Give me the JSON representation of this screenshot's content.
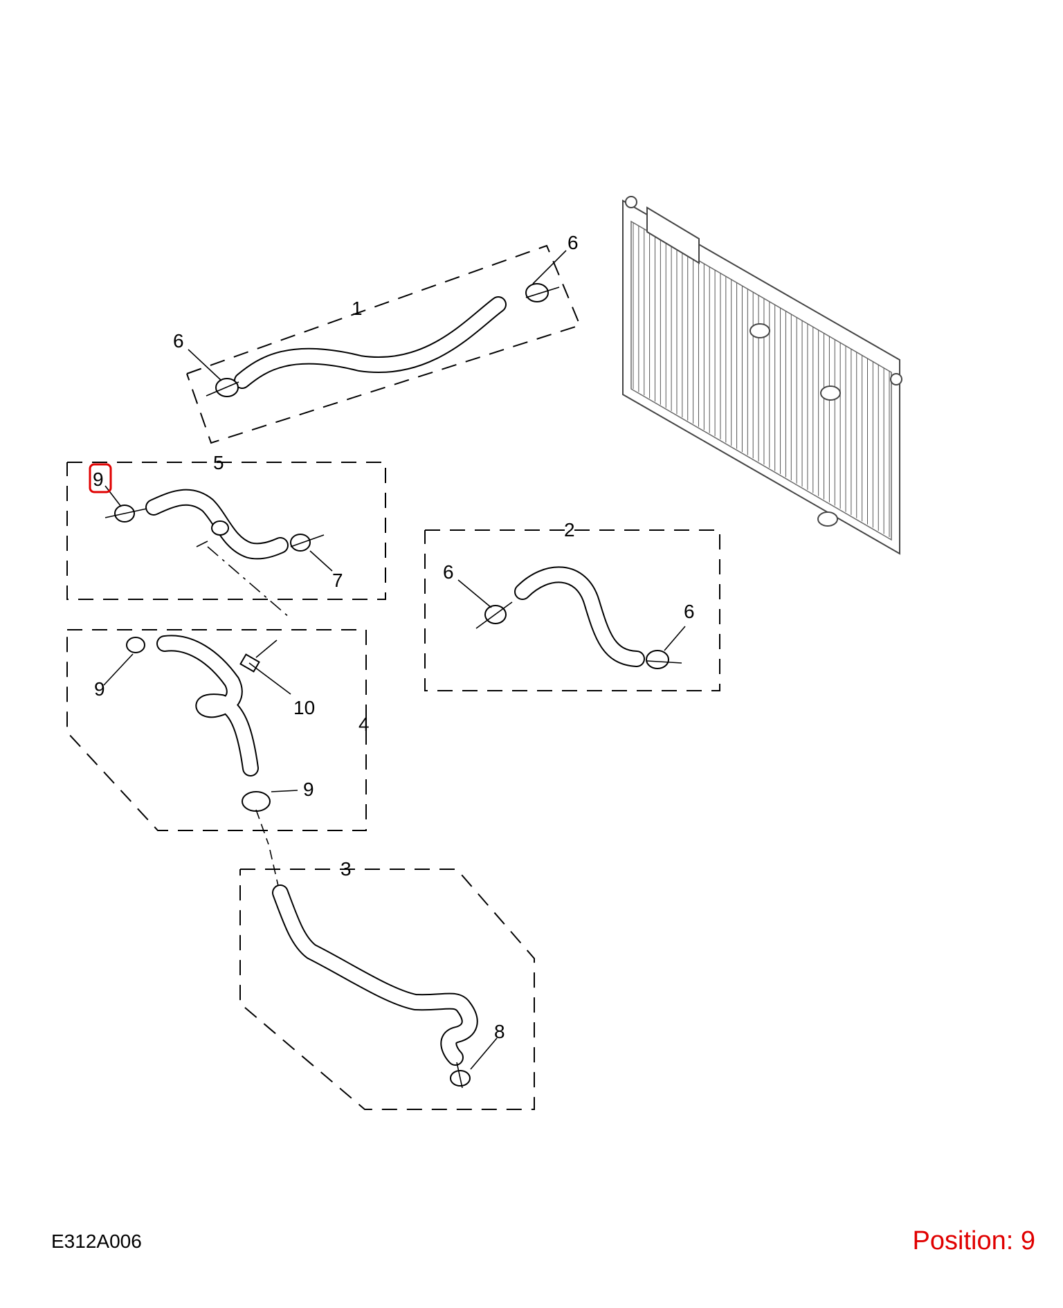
{
  "diagram_code": "E312A006",
  "position_label": "Position: 9",
  "highlight_color": "#e00000",
  "callouts": {
    "group_1": "1",
    "group_2": "2",
    "group_3": "3",
    "group_4": "4",
    "group_5": "5",
    "clamp_6_top_right": "6",
    "clamp_6_top_left": "6",
    "clamp_6_group2_left": "6",
    "clamp_6_group2_right": "6",
    "clamp_7": "7",
    "clamp_8": "8",
    "clamp_9_selected": "9",
    "clamp_9_group4_left": "9",
    "clamp_9_group4_bottom": "9",
    "bracket_10": "10"
  }
}
